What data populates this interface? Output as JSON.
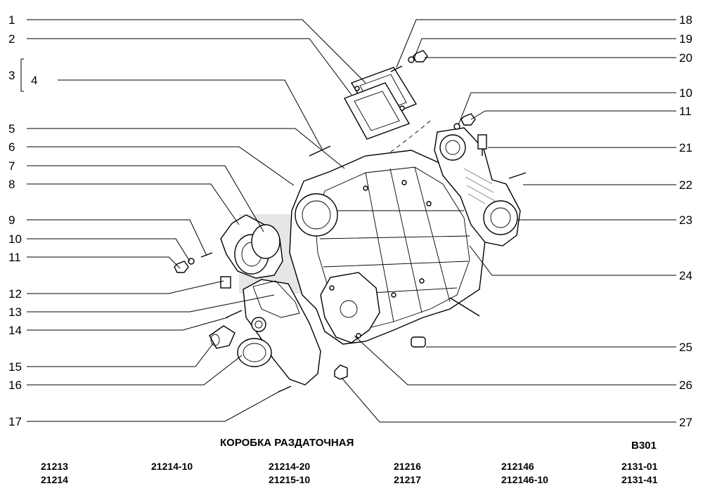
{
  "title": "КОРОБКА РАЗДАТОЧНАЯ",
  "code": "В301",
  "models": [
    [
      "21213",
      "21214"
    ],
    [
      "21214-10"
    ],
    [
      "21214-20",
      "21215-10"
    ],
    [
      "21216",
      "21217"
    ],
    [
      "212146",
      "212146-10"
    ],
    [
      "2131-01",
      "2131-41"
    ]
  ],
  "callouts_left": [
    "1",
    "2",
    "3",
    "4",
    "5",
    "6",
    "7",
    "8",
    "9",
    "10",
    "11",
    "12",
    "13",
    "14",
    "15",
    "16",
    "17"
  ],
  "callouts_right": [
    "18",
    "19",
    "20",
    "10",
    "11",
    "21",
    "22",
    "23",
    "24",
    "25",
    "26",
    "27"
  ]
}
